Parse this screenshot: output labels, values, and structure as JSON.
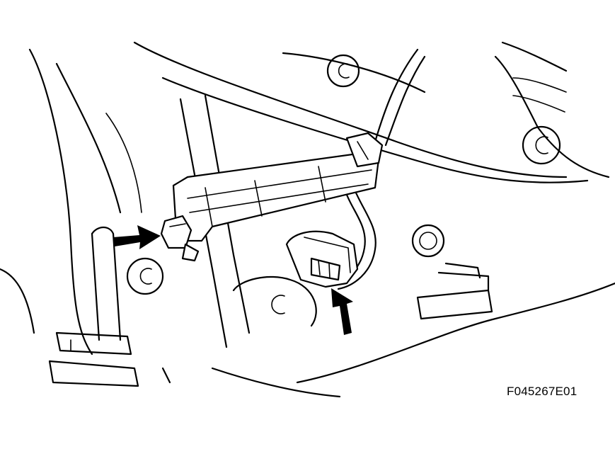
{
  "figure": {
    "code": "F045267E01",
    "subject": "speed-sensor-harness-clamp-and-connector",
    "callouts": [
      {
        "name": "bolt-arrow",
        "points_to": "clamp-bolt"
      },
      {
        "name": "connector-arrow",
        "points_to": "sensor-connector"
      }
    ],
    "colors": {
      "line": "#000000",
      "background": "#ffffff"
    }
  }
}
